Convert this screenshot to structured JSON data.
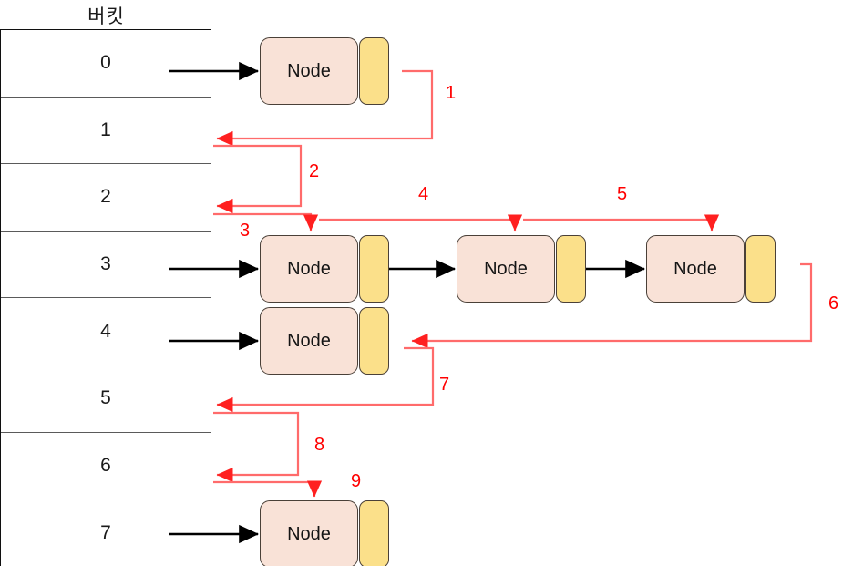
{
  "diagram": {
    "title": "버킷",
    "type": "hash-table-separate-chaining-traversal",
    "bucket_table": {
      "header": "버킷",
      "rows": [
        {
          "index": "0",
          "has_node": true
        },
        {
          "index": "1",
          "has_node": false
        },
        {
          "index": "2",
          "has_node": false
        },
        {
          "index": "3",
          "has_node": true
        },
        {
          "index": "4",
          "has_node": true
        },
        {
          "index": "5",
          "has_node": false
        },
        {
          "index": "6",
          "has_node": false
        },
        {
          "index": "7",
          "has_node": true
        }
      ]
    },
    "nodes": [
      {
        "id": "n0",
        "label": "Node",
        "bucket": "0"
      },
      {
        "id": "n3a",
        "label": "Node",
        "bucket": "3"
      },
      {
        "id": "n3b",
        "label": "Node",
        "bucket": "3"
      },
      {
        "id": "n3c",
        "label": "Node",
        "bucket": "3"
      },
      {
        "id": "n4",
        "label": "Node",
        "bucket": "4"
      },
      {
        "id": "n7",
        "label": "Node",
        "bucket": "7"
      }
    ],
    "traversal_steps": [
      {
        "number": "1",
        "from": "node-bucket-0-pointer",
        "to": "bucket-1"
      },
      {
        "number": "2",
        "from": "bucket-1",
        "to": "bucket-2"
      },
      {
        "number": "3",
        "from": "bucket-2",
        "to": "node-bucket-3-first"
      },
      {
        "number": "4",
        "from": "node-bucket-3-first",
        "to": "node-bucket-3-second"
      },
      {
        "number": "5",
        "from": "node-bucket-3-second",
        "to": "node-bucket-3-third"
      },
      {
        "number": "6",
        "from": "node-bucket-3-third-pointer",
        "to": "node-bucket-4"
      },
      {
        "number": "7",
        "from": "node-bucket-4-pointer",
        "to": "bucket-5"
      },
      {
        "number": "8",
        "from": "bucket-5",
        "to": "bucket-6"
      },
      {
        "number": "9",
        "from": "bucket-6",
        "to": "node-bucket-7"
      }
    ],
    "colors": {
      "node_fill": "#F9E2D7",
      "pointer_fill": "#FBE08A",
      "node_stroke": "#4A4038",
      "traversal_arrow": "#FF6B6B",
      "traversal_label": "#FF0000",
      "bucket_arrow": "#000000",
      "table_border": "#101010",
      "row_divider": "#5A5A5A"
    }
  }
}
